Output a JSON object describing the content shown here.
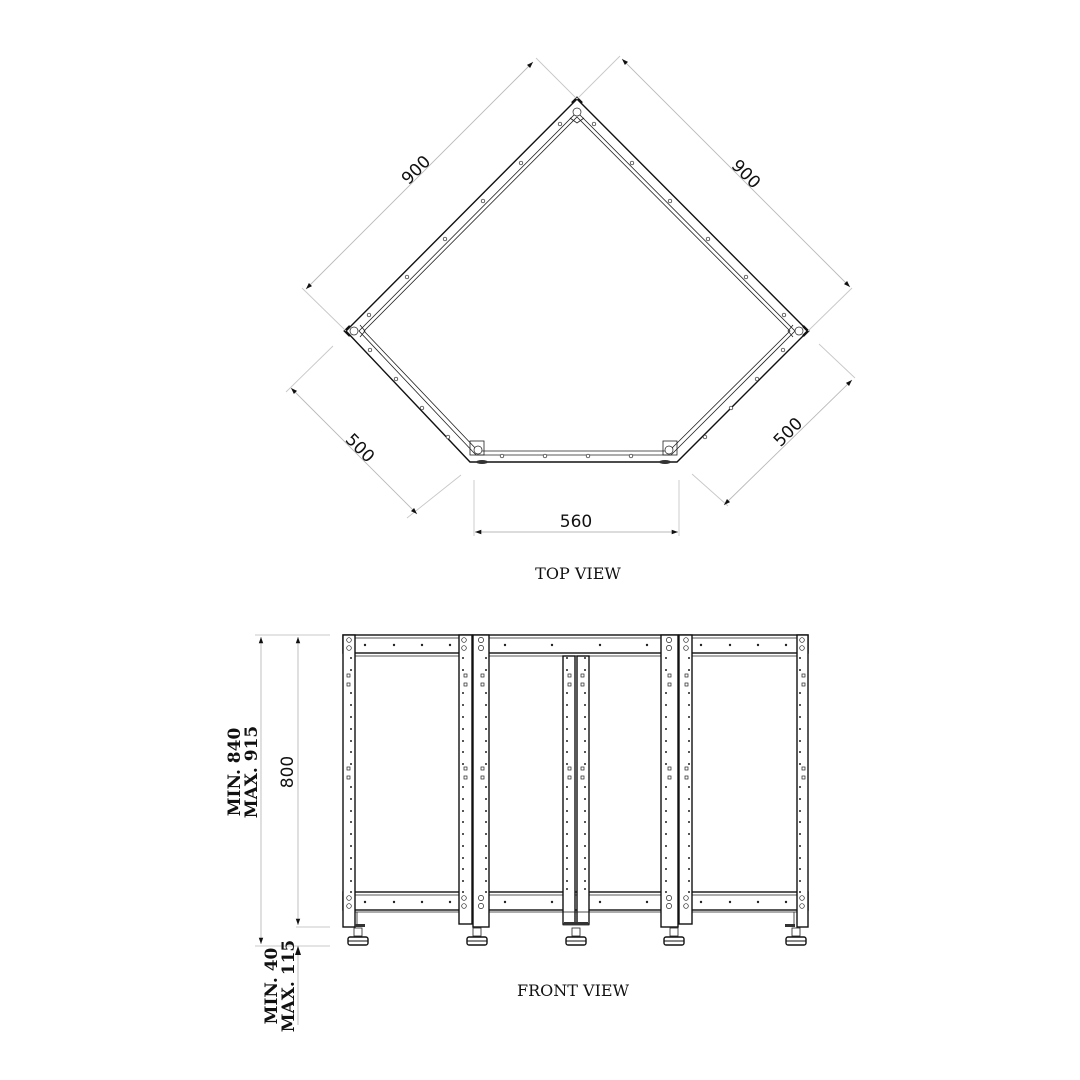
{
  "top_view": {
    "caption": "TOP VIEW",
    "dimensions": {
      "back_left": "900",
      "back_right": "900",
      "side_left": "500",
      "side_right": "500",
      "front": "560"
    }
  },
  "front_view": {
    "caption": "FRONT VIEW",
    "dimensions": {
      "frame_height": "800",
      "total_height_min": "MIN. 840",
      "total_height_max": "MAX. 915",
      "leg_height_min": "MIN. 40",
      "leg_height_max": "MAX. 115"
    }
  },
  "colors": {
    "line": "#111111",
    "dimension_line": "#b9b9b9",
    "background": "#ffffff"
  }
}
